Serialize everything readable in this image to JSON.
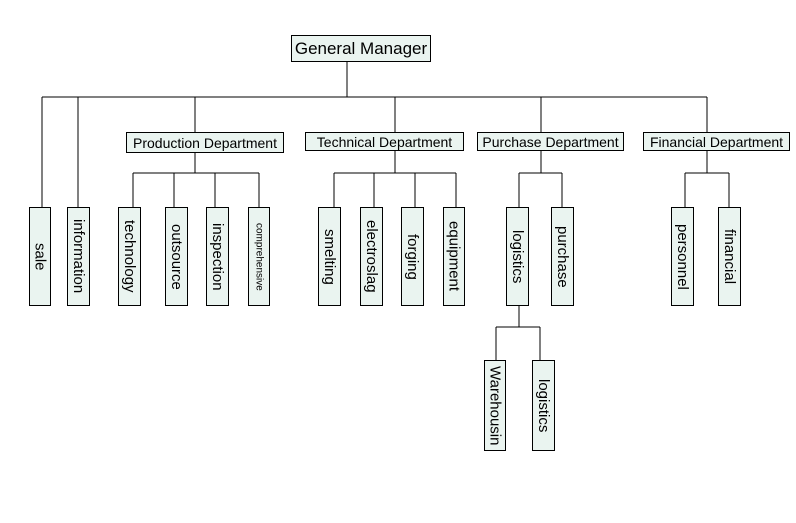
{
  "general_manager": "General Manager",
  "direct_units": [
    "sale",
    "information"
  ],
  "departments": [
    {
      "name": "Production Department",
      "units": [
        "technology",
        "outsource",
        "inspection",
        "comprehensive"
      ]
    },
    {
      "name": "Technical Department",
      "units": [
        "smelting",
        "electroslag",
        "forging",
        "equipment"
      ]
    },
    {
      "name": "Purchase Department",
      "units": [
        "logistics",
        "purchase"
      ],
      "sub_units": [
        "Warehousin",
        "logistics"
      ]
    },
    {
      "name": "Financial Department",
      "units": [
        "personnel",
        "financial"
      ]
    }
  ]
}
